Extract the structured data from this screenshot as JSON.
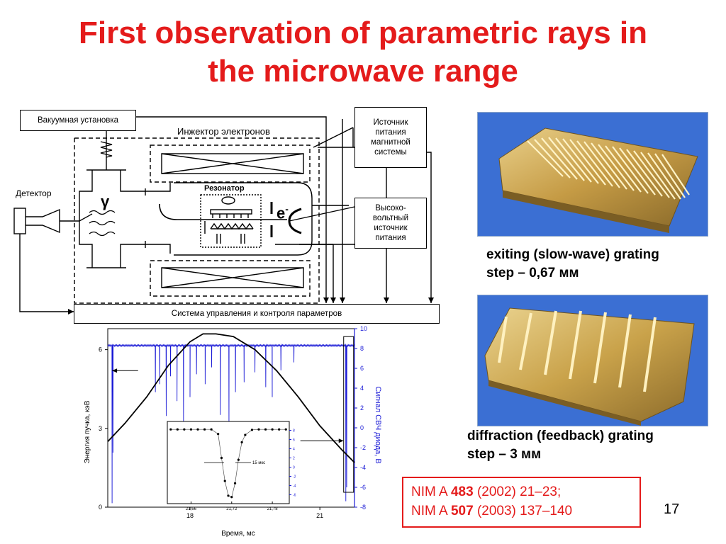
{
  "title_line1": "First observation of parametric rays in",
  "title_line2": "the microwave range",
  "diagram": {
    "vacuum": "Вакуумная установка",
    "injector": "Инжектор электронов",
    "magnet_supply": [
      "Источник",
      "питания",
      "магнитной",
      "системы"
    ],
    "detector": "Детектор",
    "gamma": "γ",
    "resonator": "Резонатор",
    "electron": "e",
    "electron_sup": "-",
    "hv_supply": [
      "Высоко-",
      "вольтный",
      "источник",
      "питания"
    ],
    "control": "Система управления и контроля параметров"
  },
  "chart_data": {
    "type": "line",
    "xlabel": "Время, мс",
    "ylabel_left": "Энергия пучка, кэВ",
    "ylabel_right": "Сигнал СВЧ диода, В",
    "x_ticks": [
      "18",
      "21"
    ],
    "y_left_ticks": [
      "0",
      "3",
      "6"
    ],
    "y_right_ticks": [
      "-8",
      "-6",
      "-4",
      "-2",
      "0",
      "2",
      "4",
      "6",
      "8",
      "10"
    ],
    "xlim": [
      16.1,
      21.8
    ],
    "ylim_left": [
      0,
      6.8
    ],
    "ylim_right": [
      -8,
      10
    ],
    "series": [
      {
        "color": "#000000",
        "x": [
          16.1,
          16.5,
          17.0,
          17.5,
          18.0,
          18.3,
          18.6,
          19.0,
          19.5,
          20.0,
          20.5,
          21.0,
          21.5,
          21.8
        ],
        "y": [
          2.5,
          3.2,
          4.2,
          5.4,
          6.3,
          6.6,
          6.6,
          6.5,
          6.0,
          5.2,
          4.2,
          3.1,
          2.2,
          1.7
        ]
      },
      {
        "color": "#1a1ad6",
        "baseline": 8.3,
        "dips": [
          [
            16.2,
            -7.6
          ],
          [
            16.22,
            -2.5
          ],
          [
            17.2,
            3.6
          ],
          [
            17.3,
            4.4
          ],
          [
            17.45,
            1.2
          ],
          [
            17.55,
            5.2
          ],
          [
            17.7,
            2.7
          ],
          [
            17.85,
            0.5
          ],
          [
            18.0,
            3.1
          ],
          [
            18.15,
            5.4
          ],
          [
            18.35,
            4.4
          ],
          [
            18.5,
            6.1
          ],
          [
            18.7,
            1.3
          ],
          [
            18.9,
            0.1
          ],
          [
            19.05,
            3.6
          ],
          [
            19.25,
            4.6
          ],
          [
            19.5,
            5.6
          ],
          [
            19.75,
            4.1
          ],
          [
            19.9,
            3.1
          ],
          [
            20.1,
            5.8
          ],
          [
            20.4,
            6.6
          ],
          [
            21.6,
            -7.4
          ],
          [
            21.62,
            -6.0
          ]
        ]
      }
    ],
    "inset": {
      "x_ticks": [
        "21,66",
        "21,72",
        "21,78"
      ],
      "y_ticks": [
        "-6",
        "-4",
        "-2",
        "0",
        "2",
        "4",
        "6",
        "8"
      ],
      "label": "15 мкс",
      "x": [
        21.63,
        21.64,
        21.65,
        21.66,
        21.67,
        21.68,
        21.69,
        21.7,
        21.705,
        21.71,
        21.715,
        21.72,
        21.725,
        21.73,
        21.735,
        21.74,
        21.75,
        21.76,
        21.77,
        21.78,
        21.79,
        21.8
      ],
      "y": [
        8.2,
        8.2,
        8.2,
        8.2,
        8.2,
        8.2,
        8.2,
        7.2,
        2.0,
        -3.0,
        -6.2,
        -6.5,
        -3.5,
        1.6,
        5.4,
        7.0,
        8.1,
        8.2,
        8.2,
        8.2,
        8.2,
        8.2
      ]
    }
  },
  "photo1_caption": [
    "exiting (slow-wave) grating",
    "step – 0,67 мм"
  ],
  "photo2_caption": [
    "diffraction (feedback) grating",
    "step – 3 мм"
  ],
  "refs": {
    "r1_pre": "NIM A ",
    "r1_bold": "483",
    "r1_post": " (2002) 21–23;",
    "r2_pre": "NIM A ",
    "r2_bold": "507",
    "r2_post": " (2003) 137–140"
  },
  "slide_number": "17",
  "colors": {
    "title": "#e41b1b",
    "signal": "#1a1ad6",
    "photo_bg": "#3b6fd3",
    "brass": "#c9a24a"
  }
}
